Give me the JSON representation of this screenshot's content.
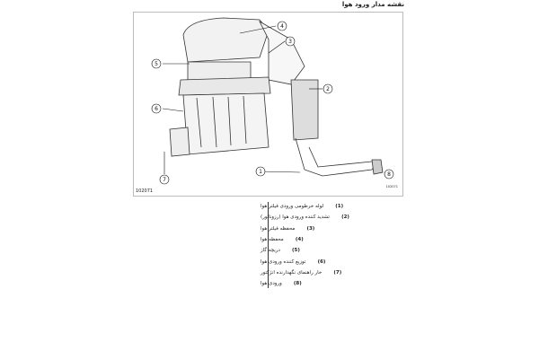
{
  "title": "نقشه مدار ورود هوا",
  "figure": {
    "code": "102071",
    "code_small": "102071",
    "callouts": [
      "1",
      "2",
      "3",
      "4",
      "5",
      "6",
      "7",
      "8"
    ]
  },
  "legend": [
    {
      "num": "(1)",
      "text": "لوله خرطومی ورودی فیلتر هوا"
    },
    {
      "num": "(2)",
      "text": "تشدید کننده ورودی هوا (رزوناتور)"
    },
    {
      "num": "(3)",
      "text": "محفظه فیلتر هوا"
    },
    {
      "num": "(4)",
      "text": "محفظه هوا"
    },
    {
      "num": "(5)",
      "text": "دریچه گاز"
    },
    {
      "num": "(6)",
      "text": "توزیع کننده ورودی هوا"
    },
    {
      "num": "(7)",
      "text": "خار راهنمای نگهدارنده انژکتور"
    },
    {
      "num": "(8)",
      "text": "ورودی هوا"
    }
  ]
}
